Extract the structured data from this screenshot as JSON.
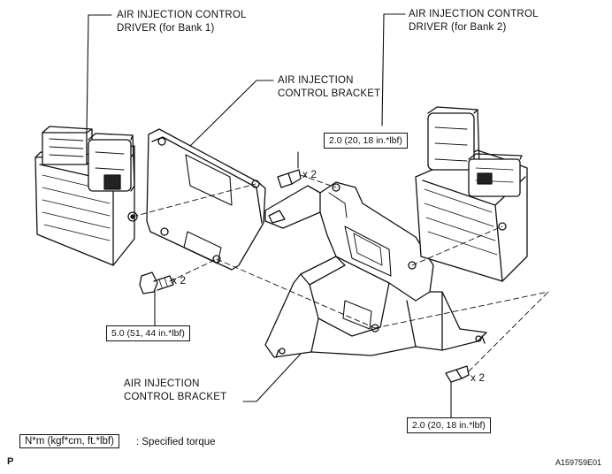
{
  "labels": {
    "driver_bank1_line1": "AIR INJECTION CONTROL",
    "driver_bank1_line2": "DRIVER (for Bank 1)",
    "driver_bank2_line1": "AIR INJECTION CONTROL",
    "driver_bank2_line2": "DRIVER (for Bank 2)",
    "bracket_top_line1": "AIR INJECTION",
    "bracket_top_line2": "CONTROL BRACKET",
    "bracket_bottom_line1": "AIR INJECTION",
    "bracket_bottom_line2": "CONTROL BRACKET"
  },
  "torque": {
    "top_right": "2.0 (20, 18 in.*lbf)",
    "left": "5.0 (51, 44 in.*lbf)",
    "bottom_right": "2.0 (20, 18 in.*lbf)"
  },
  "quantities": {
    "top_bolt": "x 2",
    "left_bolt": "x 2",
    "bottom_bolt": "x 2"
  },
  "legend": {
    "unit_box": "N*m (kgf*cm, ft.*lbf)",
    "description": ": Specified torque"
  },
  "corner": {
    "page_mark": "P",
    "figure_id": "A159759E01"
  }
}
